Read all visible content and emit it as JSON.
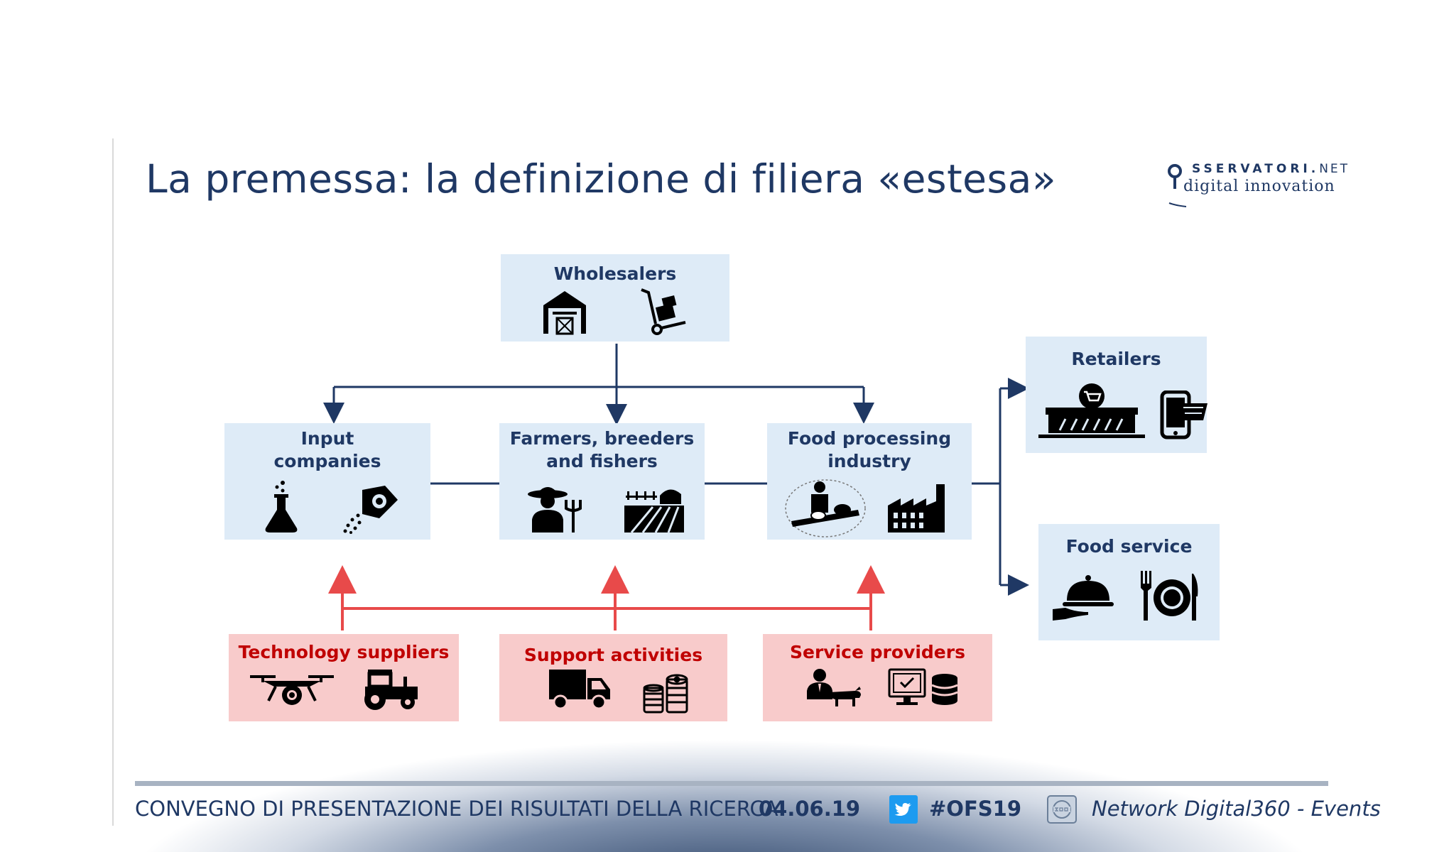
{
  "title": "La premessa: la definizione di filiera «estesa»",
  "logo": {
    "line1": "SSERVATORI.",
    "line1_suffix": "NET",
    "line2": "digital innovation"
  },
  "diagram": {
    "wholesalers": {
      "label": "Wholesalers",
      "icons": [
        "warehouse-icon",
        "hand-truck-icon"
      ]
    },
    "input_companies": {
      "label_line1": "Input",
      "label_line2": "companies",
      "icons": [
        "flask-icon",
        "seed-bag-icon"
      ]
    },
    "farmers": {
      "label_line1": "Farmers, breeders",
      "label_line2": "and fishers",
      "icons": [
        "farmer-icon",
        "farm-field-icon"
      ]
    },
    "food_processing": {
      "label_line1": "Food processing",
      "label_line2": "industry",
      "icons": [
        "food-processing-worker-icon",
        "factory-icon"
      ]
    },
    "retailers": {
      "label": "Retailers",
      "icons": [
        "store-icon",
        "mobile-shopping-icon"
      ]
    },
    "food_service": {
      "label": "Food service",
      "icons": [
        "cloche-icon",
        "plate-cutlery-icon"
      ]
    },
    "technology_suppliers": {
      "label": "Technology suppliers",
      "icons": [
        "drone-icon",
        "tractor-icon"
      ]
    },
    "support_activities": {
      "label": "Support activities",
      "icons": [
        "truck-icon",
        "coins-icon"
      ]
    },
    "service_providers": {
      "label": "Service providers",
      "icons": [
        "consultant-cow-icon",
        "computer-database-icon"
      ]
    }
  },
  "colors": {
    "navy": "#1f3864",
    "blue_box": "#deebf7",
    "red_box": "#f8cbcb",
    "red_text": "#c00000",
    "red_arrow": "#e84a4a"
  },
  "footer": {
    "event": "CONVEGNO DI PRESENTAZIONE DEI RISULTATI DELLA RICERCA",
    "date": "04.06.19",
    "hashtag": "#OFS19",
    "network": "Network Digital360 - Events"
  }
}
